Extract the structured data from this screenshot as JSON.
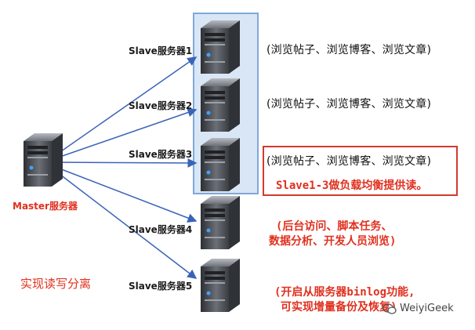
{
  "master": {
    "label": "Master服务器"
  },
  "slaves": [
    {
      "label": "Slave服务器1",
      "desc": "(浏览帖子、浏览博客、浏览文章)"
    },
    {
      "label": "Slave服务器2",
      "desc": "(浏览帖子、浏览博客、浏览文章)"
    },
    {
      "label": "Slave服务器3",
      "desc": "(浏览帖子、浏览博客、浏览文章)"
    },
    {
      "label": "Slave服务器4",
      "desc_lines": [
        "(后台访问、脚本任务、",
        "数据分析、开发人员浏览)"
      ]
    },
    {
      "label": "Slave服务器5",
      "desc_lines": [
        "(开启从服务器binlog功能,",
        "可实现增量备份及恢复)"
      ]
    }
  ],
  "load_balance_note": "Slave1-3做负载均衡提供读。",
  "rw_split_note": "实现读写分离",
  "watermark": "WeiyiGeek",
  "colors": {
    "arrow": "#3a63b8",
    "red": "#e0301e",
    "highlight": "#d9e6f6"
  }
}
